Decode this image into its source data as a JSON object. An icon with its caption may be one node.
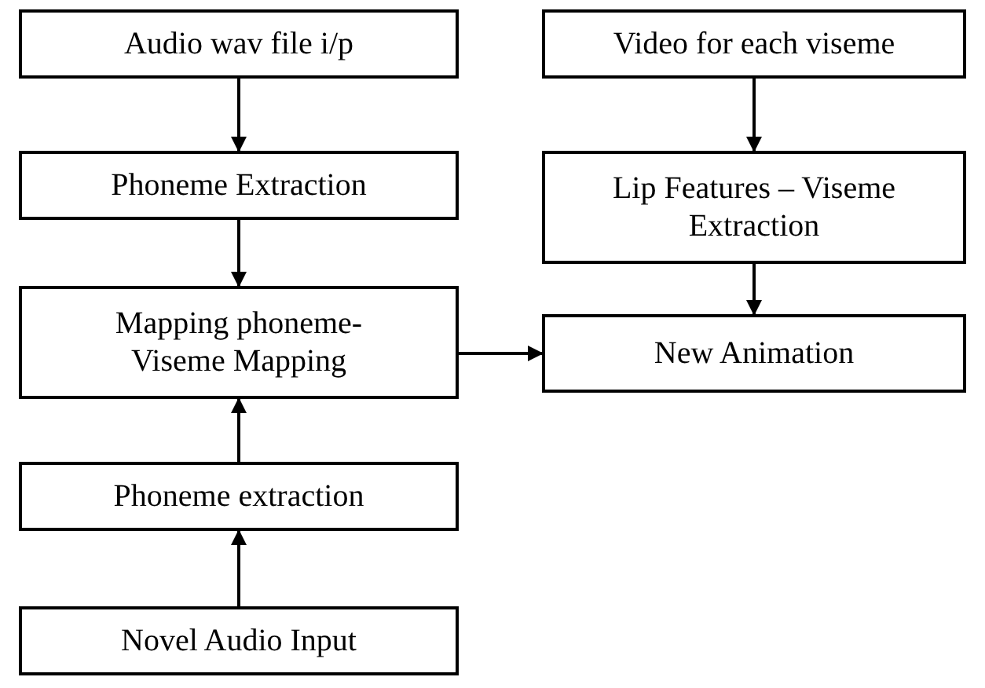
{
  "diagram": {
    "nodes": [
      {
        "text": [
          "Audio wav file i/p"
        ]
      },
      {
        "text": [
          "Phoneme Extraction"
        ]
      },
      {
        "text": [
          "Mapping phoneme- Viseme Mapping"
        ]
      },
      {
        "text": [
          "Phoneme extraction"
        ]
      },
      {
        "text": [
          "Novel Audio Input"
        ]
      },
      {
        "text": [
          "Video for each viseme"
        ]
      },
      {
        "text": [
          "Lip Features – Viseme Extraction"
        ]
      },
      {
        "text": [
          "New Animation"
        ]
      }
    ],
    "edges": [
      {
        "from": 0,
        "to": 1,
        "arrow": "to"
      },
      {
        "from": 1,
        "to": 2,
        "arrow": "to"
      },
      {
        "from": 3,
        "to": 2,
        "arrow": "to"
      },
      {
        "from": 4,
        "to": 3,
        "arrow": "to"
      },
      {
        "from": 5,
        "to": 6,
        "arrow": "to"
      },
      {
        "from": 6,
        "to": 7,
        "arrow": "to"
      },
      {
        "from": 2,
        "to": 7,
        "arrow": "to"
      }
    ]
  }
}
